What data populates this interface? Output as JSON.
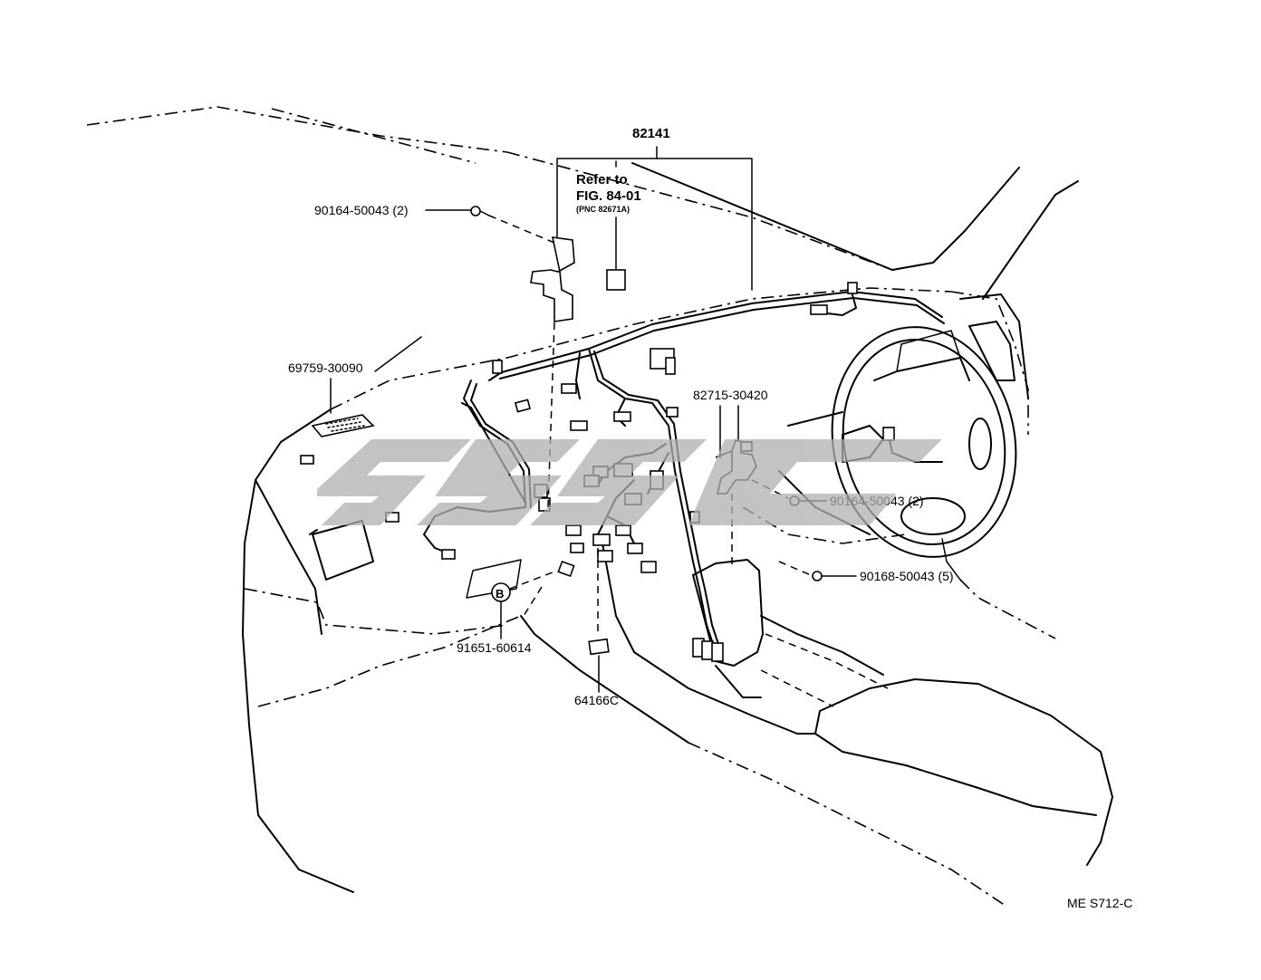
{
  "labels": {
    "main_part": "82141",
    "refer_line1": "Refer to",
    "refer_line2": "FIG. 84-01",
    "refer_line3": "(PNC 82671A)",
    "screw_top_left": "90164-50043 (2)",
    "pad": "69759-30090",
    "bracket": "82715-30420",
    "screw_right": "90164-50043 (2)",
    "screw_right_lower": "90168-50043 (5)",
    "clip_circle": "B",
    "clip_part": "91651-60614",
    "label_part": "64166C",
    "footer_code": "ME S712-C"
  },
  "watermark": {
    "color": "#b0b0b0"
  }
}
